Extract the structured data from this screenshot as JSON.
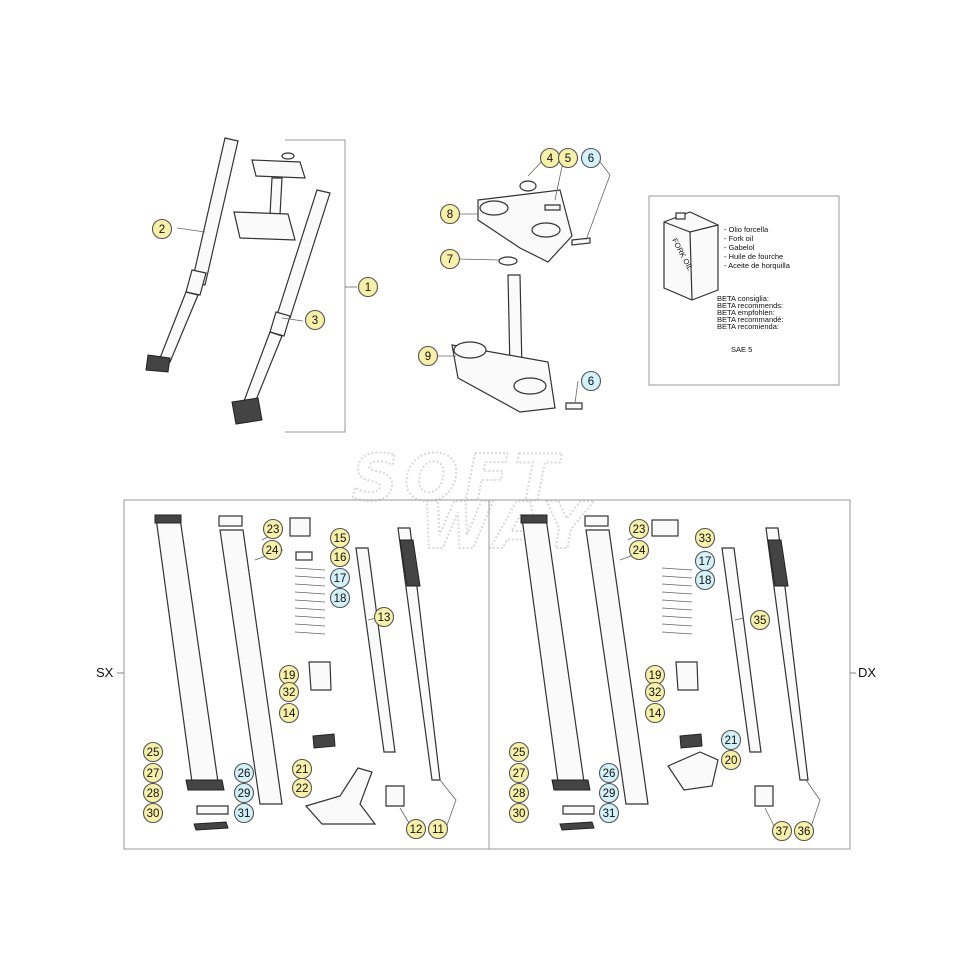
{
  "colors": {
    "callout_yellow": "#f7f0a8",
    "callout_cyan": "#d3f1f8",
    "line": "#333333",
    "watermark": "#dcdcdc"
  },
  "watermark": {
    "line1": "SOFT",
    "line2": "WAY"
  },
  "oil_box": {
    "can_label": "FORK OIL",
    "oil_names": [
      "- Olio forcella",
      "- Fork oil",
      "- Gabelol",
      "- Huile de fourche",
      "- Aceite de horquilla"
    ],
    "recommend": [
      "BETA consiglia:",
      "BETA recommends:",
      "BETA empfohlen:",
      "BETA recommandé:",
      "BETA recomienda:"
    ],
    "grade": "SAE 5"
  },
  "sides": {
    "left": "SX",
    "right": "DX"
  },
  "callouts": {
    "top": [
      {
        "label": "1",
        "style": "yellow"
      },
      {
        "label": "2",
        "style": "yellow"
      },
      {
        "label": "3",
        "style": "yellow"
      },
      {
        "label": "4",
        "style": "yellow"
      },
      {
        "label": "5",
        "style": "yellow"
      },
      {
        "label": "6",
        "style": "cyan"
      },
      {
        "label": "8",
        "style": "yellow"
      },
      {
        "label": "7",
        "style": "yellow"
      },
      {
        "label": "9",
        "style": "yellow"
      },
      {
        "label": "6",
        "style": "cyan"
      }
    ],
    "left": [
      {
        "label": "23",
        "style": "yellow"
      },
      {
        "label": "24",
        "style": "yellow"
      },
      {
        "label": "15",
        "style": "yellow"
      },
      {
        "label": "16",
        "style": "yellow"
      },
      {
        "label": "17",
        "style": "cyan"
      },
      {
        "label": "18",
        "style": "cyan"
      },
      {
        "label": "13",
        "style": "yellow"
      },
      {
        "label": "19",
        "style": "yellow"
      },
      {
        "label": "32",
        "style": "yellow"
      },
      {
        "label": "14",
        "style": "yellow"
      },
      {
        "label": "25",
        "style": "yellow"
      },
      {
        "label": "27",
        "style": "yellow"
      },
      {
        "label": "28",
        "style": "yellow"
      },
      {
        "label": "30",
        "style": "yellow"
      },
      {
        "label": "26",
        "style": "cyan"
      },
      {
        "label": "29",
        "style": "cyan"
      },
      {
        "label": "31",
        "style": "cyan"
      },
      {
        "label": "21",
        "style": "yellow"
      },
      {
        "label": "22",
        "style": "yellow"
      },
      {
        "label": "12",
        "style": "yellow"
      },
      {
        "label": "11",
        "style": "yellow"
      }
    ],
    "right": [
      {
        "label": "23",
        "style": "yellow"
      },
      {
        "label": "24",
        "style": "yellow"
      },
      {
        "label": "33",
        "style": "yellow"
      },
      {
        "label": "17",
        "style": "cyan"
      },
      {
        "label": "18",
        "style": "cyan"
      },
      {
        "label": "35",
        "style": "yellow"
      },
      {
        "label": "19",
        "style": "yellow"
      },
      {
        "label": "32",
        "style": "yellow"
      },
      {
        "label": "14",
        "style": "yellow"
      },
      {
        "label": "21",
        "style": "cyan"
      },
      {
        "label": "20",
        "style": "yellow"
      },
      {
        "label": "25",
        "style": "yellow"
      },
      {
        "label": "27",
        "style": "yellow"
      },
      {
        "label": "28",
        "style": "yellow"
      },
      {
        "label": "30",
        "style": "yellow"
      },
      {
        "label": "26",
        "style": "cyan"
      },
      {
        "label": "29",
        "style": "cyan"
      },
      {
        "label": "31",
        "style": "cyan"
      },
      {
        "label": "37",
        "style": "yellow"
      },
      {
        "label": "36",
        "style": "yellow"
      }
    ]
  }
}
